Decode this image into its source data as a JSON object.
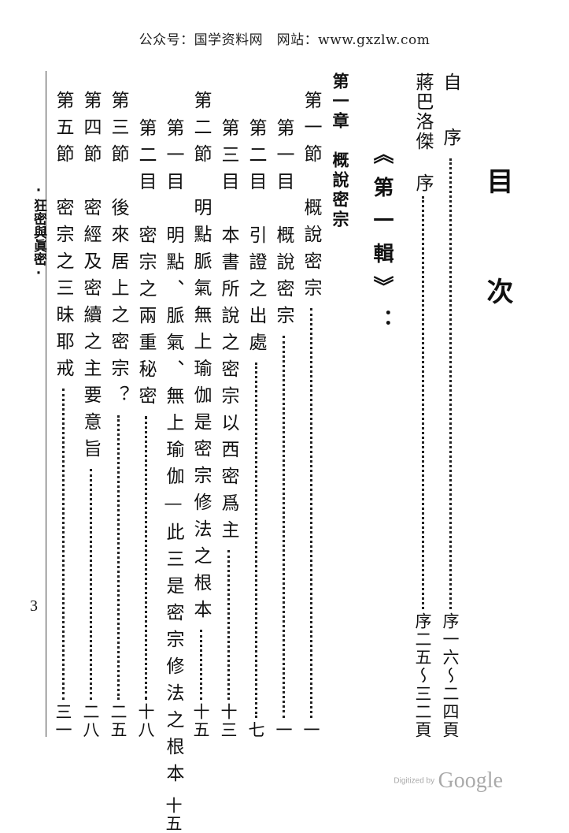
{
  "watermark": "公众号：国学资料网　网站：www.gxzlw.com",
  "title": {
    "char1": "目",
    "char2": "次"
  },
  "running_title": "·狂密與眞密·",
  "page_number": "3",
  "entries": [
    {
      "label": "自　序",
      "page": "序一六～二四頁"
    },
    {
      "label": "蔣巴洛傑 序",
      "page": "序二五～三二頁"
    },
    {
      "label": "《第一輯》：",
      "page": null
    },
    {
      "label": "第一章　概說密宗",
      "page": null
    },
    {
      "label": "第一節　概說密宗",
      "page": "一"
    },
    {
      "label": "第一目　概說密宗",
      "page": "一"
    },
    {
      "label": "第二目　引證之出處",
      "page": "七"
    },
    {
      "label": "第三目　本書所說之密宗以西密爲主",
      "page": "十三"
    },
    {
      "label": "第二節　明點脈氣無上瑜伽是密宗修法之根本",
      "page": "十五"
    },
    {
      "label": "第一目　明點、脈氣、無上瑜伽—此三是密宗修法之根本",
      "page": "十五"
    },
    {
      "label": "第二目　密宗之兩重秘密",
      "page": "十八"
    },
    {
      "label": "第三節　後來居上之密宗？",
      "page": "二五"
    },
    {
      "label": "第四節　密經及密續之主要意旨",
      "page": "二八"
    },
    {
      "label": "第五節　密宗之三昧耶戒",
      "page": "三一"
    }
  ],
  "footer": {
    "digitized_by": "Digitized by",
    "brand": "Google"
  }
}
